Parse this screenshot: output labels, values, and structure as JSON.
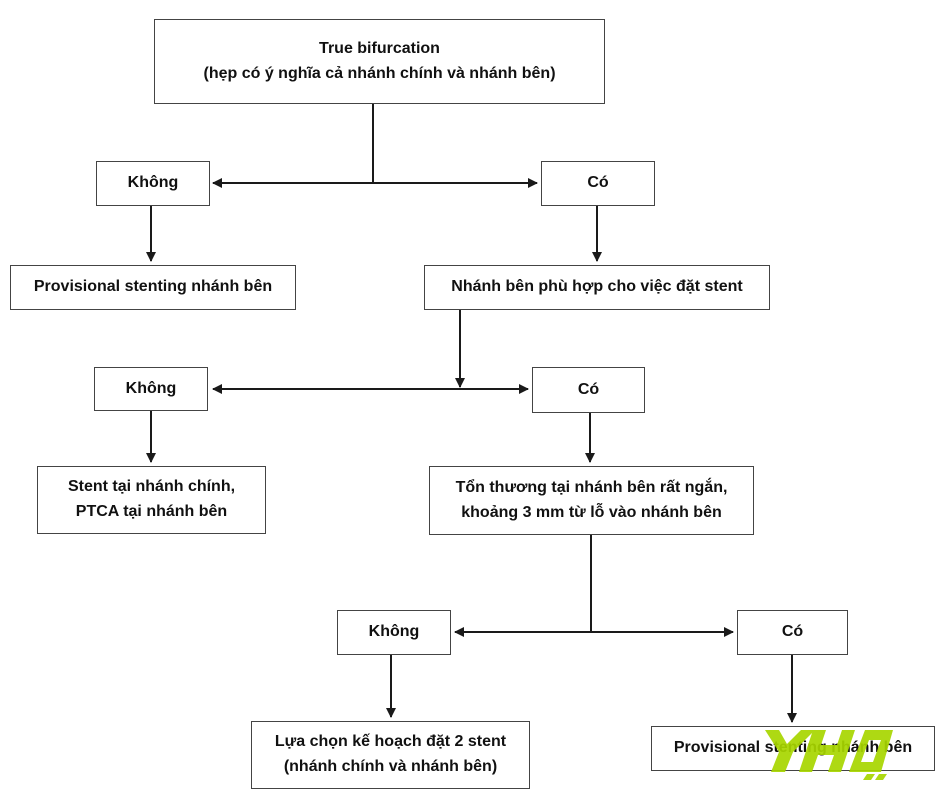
{
  "diagram": {
    "root": {
      "line1": "True bifurcation",
      "line2": "(hẹp có ý nghĩa cả nhánh chính và nhánh bên)"
    },
    "level1": {
      "no_label": "Không",
      "yes_label": "Có",
      "no_outcome": "Provisional stenting nhánh bên",
      "yes_question": "Nhánh bên phù hợp cho việc đặt stent"
    },
    "level2": {
      "no_label": "Không",
      "yes_label": "Có",
      "no_outcome_line1": "Stent tại nhánh chính,",
      "no_outcome_line2": "PTCA tại nhánh bên",
      "yes_question_line1": "Tổn thương tại nhánh bên rất ngắn,",
      "yes_question_line2": "khoảng 3 mm từ lỗ vào nhánh bên"
    },
    "level3": {
      "no_label": "Không",
      "yes_label": "Có",
      "no_outcome_line1": "Lựa chọn kế hoạch đặt 2 stent",
      "no_outcome_line2": "(nhánh chính và nhánh bên)",
      "yes_outcome": "Provisional stenting nhánh bên"
    }
  },
  "colors": {
    "line": "#1a1a1a",
    "border": "#444444",
    "text": "#111111",
    "watermark": "#a8d600"
  },
  "watermark": {
    "text": "YHO"
  }
}
